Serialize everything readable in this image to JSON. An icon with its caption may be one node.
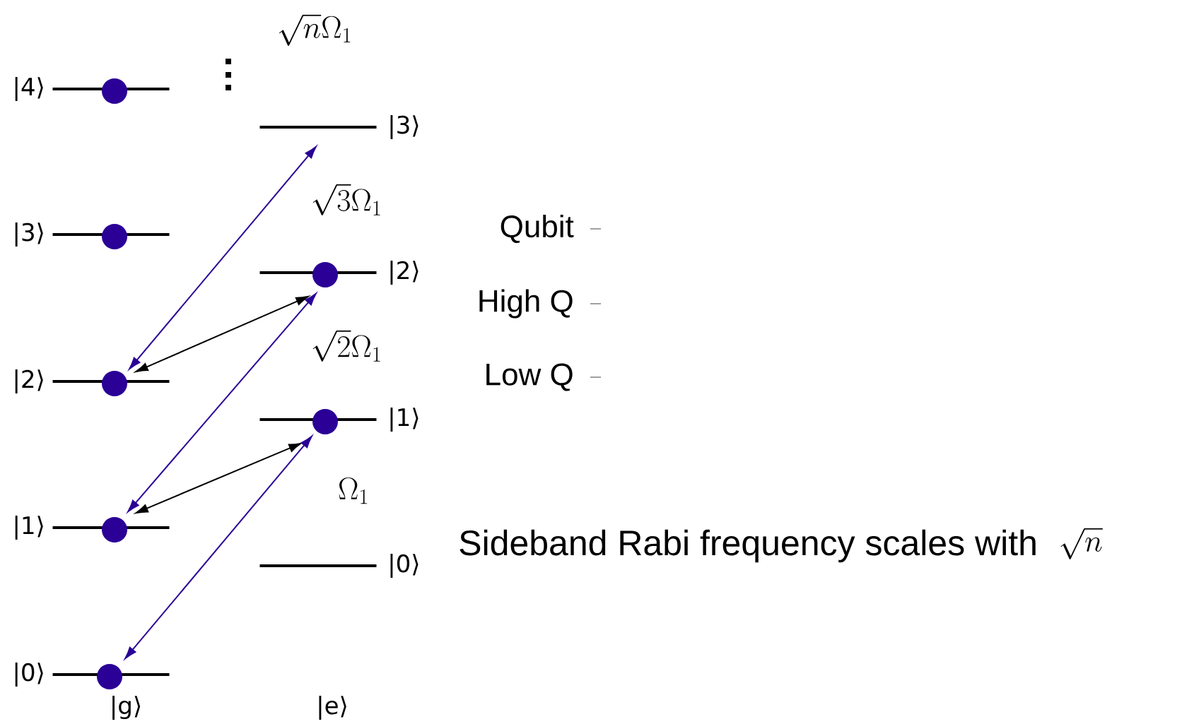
{
  "diagram": {
    "nodes": [
      {
        "text": [],
        "shape": "bar",
        "beside": [
          "|4⟩"
        ]
      },
      {
        "text": [],
        "shape": "bar",
        "beside": [
          "|3⟩"
        ]
      },
      {
        "text": [],
        "shape": "bar",
        "beside": [
          "|2⟩"
        ]
      },
      {
        "text": [],
        "shape": "bar",
        "beside": [
          "|1⟩"
        ]
      },
      {
        "text": [],
        "shape": "bar",
        "beside": [
          "|0⟩"
        ]
      },
      {
        "text": [],
        "shape": "bar",
        "beside": [
          "|3⟩"
        ]
      },
      {
        "text": [],
        "shape": "bar",
        "beside": [
          "|2⟩"
        ]
      },
      {
        "text": [],
        "shape": "bar",
        "beside": [
          "|1⟩"
        ]
      },
      {
        "text": [],
        "shape": "bar",
        "beside": [
          "|0⟩"
        ]
      }
    ],
    "edges": [
      {
        "from": 2,
        "to": 5,
        "arrow": "both"
      },
      {
        "from": 2,
        "to": 6,
        "arrow": "both",
        "color": "#000000"
      },
      {
        "from": 3,
        "to": 6,
        "arrow": "both"
      },
      {
        "from": 3,
        "to": 7,
        "arrow": "both",
        "color": "#000000"
      },
      {
        "from": 4,
        "to": 7,
        "arrow": "both"
      }
    ],
    "labels": [
      "\\sqrt{n}\\Omega_1",
      "\\sqrt{3}\\Omega_1",
      "\\sqrt{2}\\Omega_1",
      "\\Omega_1",
      "|g⟩",
      "|e⟩",
      "Sideband Rabi frequency scales with",
      "\\sqrt{n}"
    ],
    "legend": [
      {
        "text": "Qubit"
      },
      {
        "text": "High Q"
      },
      {
        "text": "Low Q"
      }
    ]
  }
}
